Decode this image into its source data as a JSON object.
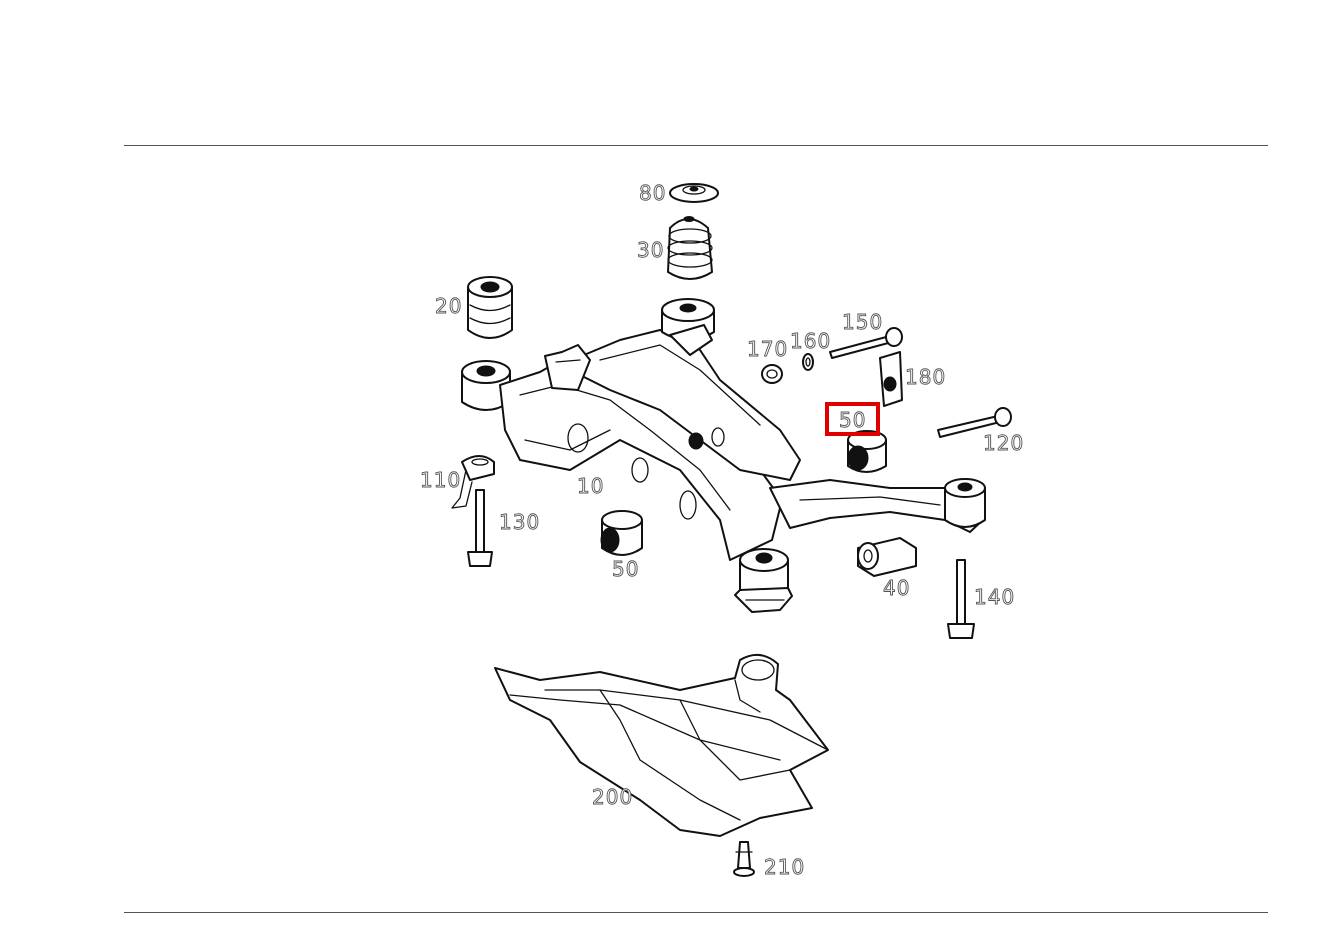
{
  "callouts": {
    "p80": "80",
    "p30": "30",
    "p20": "20",
    "p170": "170",
    "p160": "160",
    "p150": "150",
    "p180": "180",
    "p50_selected": "50",
    "p120": "120",
    "p110": "110",
    "p10": "10",
    "p130": "130",
    "p50": "50",
    "p40": "40",
    "p140": "140",
    "p200": "200",
    "p210": "210"
  },
  "colors": {
    "highlight": "#e00000",
    "line": "#111111",
    "rule": "#555555"
  }
}
